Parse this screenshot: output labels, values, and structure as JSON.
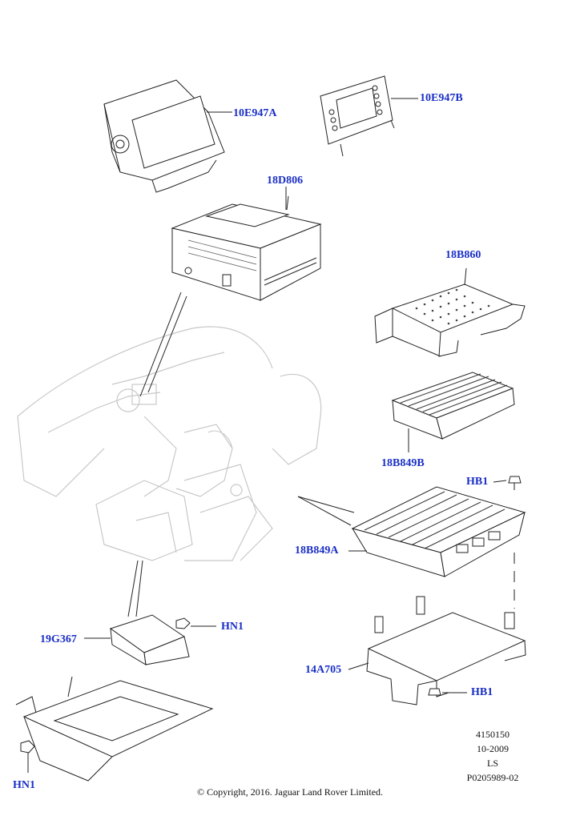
{
  "callouts": {
    "c_10E947A": "10E947A",
    "c_10E947B": "10E947B",
    "c_18D806": "18D806",
    "c_18B860": "18B860",
    "c_18B849B": "18B849B",
    "c_HB1_top": "HB1",
    "c_18B849A": "18B849A",
    "c_HN1_right": "HN1",
    "c_19G367": "19G367",
    "c_14A705": "14A705",
    "c_HB1_bottom": "HB1",
    "c_HN1_left": "HN1"
  },
  "meta": {
    "ref1": "4150150",
    "date": "10-2009",
    "code": "LS",
    "ref2": "P0205989-02"
  },
  "copyright": "© Copyright, 2016. Jaguar Land Rover Limited.",
  "colors": {
    "callout": "#1a2fc6",
    "line": "#222222",
    "interior": "#c8c8c8"
  }
}
